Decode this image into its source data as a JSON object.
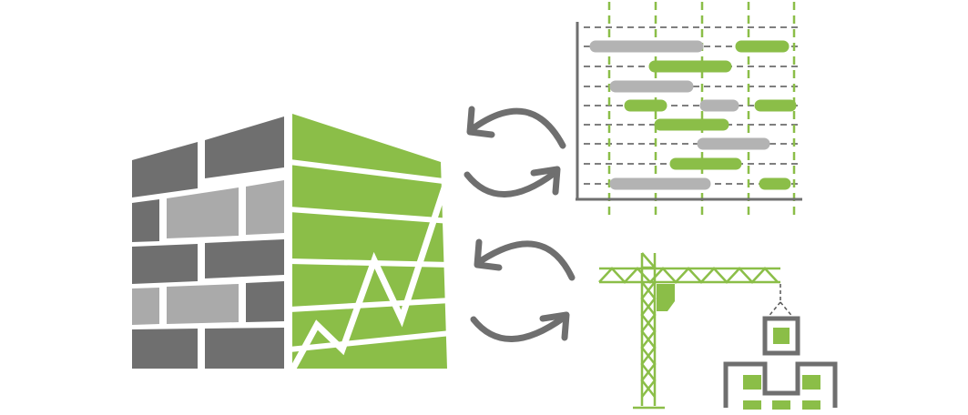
{
  "colors": {
    "green": "#8bbe48",
    "dark_gray": "#6f6f6f",
    "light_gray": "#aaaaaa",
    "bar_gray": "#b3b3b3",
    "arrow_gray": "#6f6f6f",
    "axis_gray": "#6f6f6f",
    "white": "#ffffff"
  },
  "illustration": {
    "building": {
      "icon": "brick-building-with-trend-line-icon"
    },
    "cycle_arrows": [
      {
        "icon": "refresh-cycle-icon"
      },
      {
        "icon": "refresh-cycle-icon"
      }
    ],
    "gantt": {
      "icon": "gantt-schedule-icon",
      "rows": 8,
      "milestone_lines": 5,
      "bars": [
        {
          "row": 0,
          "color": "gray"
        },
        {
          "row": 0,
          "color": "green"
        },
        {
          "row": 1,
          "color": "green"
        },
        {
          "row": 2,
          "color": "gray"
        },
        {
          "row": 3,
          "color": "green"
        },
        {
          "row": 3,
          "color": "gray"
        },
        {
          "row": 3,
          "color": "green"
        },
        {
          "row": 4,
          "color": "green"
        },
        {
          "row": 5,
          "color": "gray"
        },
        {
          "row": 6,
          "color": "green"
        },
        {
          "row": 7,
          "color": "gray"
        },
        {
          "row": 7,
          "color": "green"
        }
      ]
    },
    "construction": {
      "icon": "tower-crane-with-modules-icon"
    }
  }
}
